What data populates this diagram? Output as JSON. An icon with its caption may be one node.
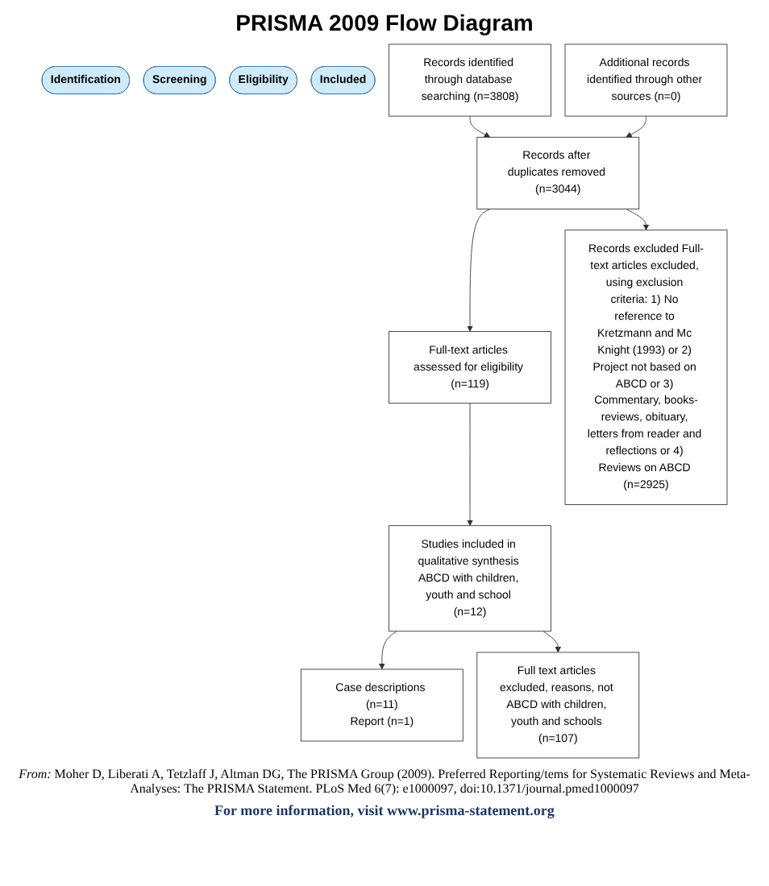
{
  "diagram": {
    "title": "PRISMA 2009 Flow Diagram",
    "nodes": [
      {
        "text": [
          "Identification"
        ]
      },
      {
        "text": [
          "Screening"
        ]
      },
      {
        "text": [
          "Eligibility"
        ]
      },
      {
        "text": [
          "Included"
        ]
      },
      {
        "text": [
          "Records identified through database searching (n=3808)"
        ]
      },
      {
        "text": [
          "Additional records identified through other sources (n=0)"
        ]
      },
      {
        "text": [
          "Records after duplicates removed (n=3044)"
        ]
      },
      {
        "text": [
          "Full-text articles assessed for eligibility (n=119)"
        ]
      },
      {
        "text": [
          "Records excluded Full-text articles excluded, using exclusion criteria: 1) No reference to Kretzmann and Mc Knight (1993) or 2) Project not based on ABCD or 3) Commentary, books-reviews, obituary, letters from reader and reflections or 4) Reviews on ABCD (n=2925)"
        ]
      },
      {
        "text": [
          "Studies included in qualitative synthesis ABCD with children, youth and school (n=12)"
        ]
      },
      {
        "text": [
          "Case descriptions (n=11)",
          "Report (n=1)"
        ]
      },
      {
        "text": [
          "Full text articles excluded, reasons, not ABCD with children, youth and schools (n=107)"
        ]
      }
    ],
    "edges": [
      {
        "from": 4,
        "to": 6,
        "arrow": "to"
      },
      {
        "from": 5,
        "to": 6,
        "arrow": "to"
      },
      {
        "from": 6,
        "to": 7,
        "arrow": "to"
      },
      {
        "from": 6,
        "to": 8,
        "arrow": "to"
      },
      {
        "from": 7,
        "to": 9,
        "arrow": "to"
      },
      {
        "from": 9,
        "to": 10,
        "arrow": "to"
      },
      {
        "from": 9,
        "to": 11,
        "arrow": "to"
      }
    ],
    "caption": "*From:* Moher D, Liberati A, Tetzlaff J, Altman DG, The PRISMA Group (2009). Preferred Reporting/tems for Systematic Reviews and Meta-Analyses: The PRISMA Statement. PLoS Med 6(7): e1000097, doi:10.1371/journal.pmed1000097",
    "labels": [
      "For more information, visit www.prisma-statement.org"
    ]
  }
}
